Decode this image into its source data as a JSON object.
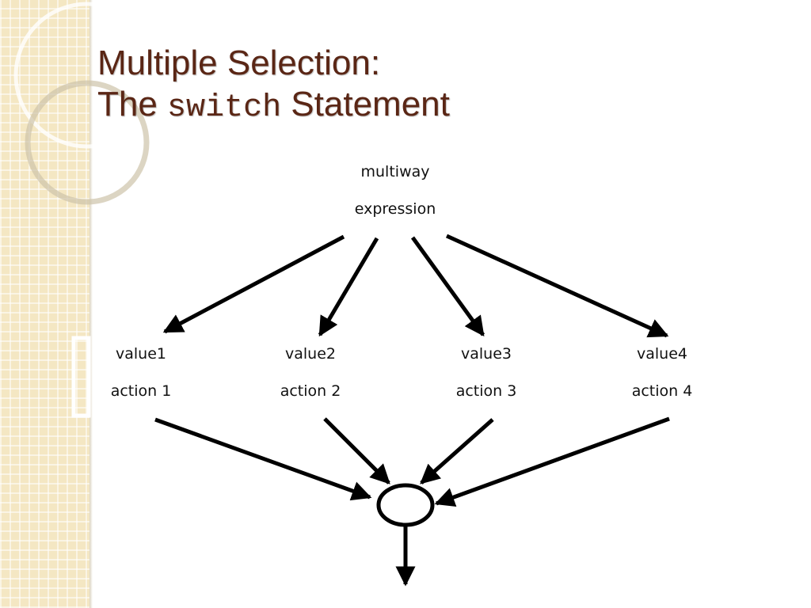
{
  "title": {
    "line1": "Multiple Selection:",
    "line2_pre": "The ",
    "line2_code": "switch",
    "line2_post": " Statement"
  },
  "diagram": {
    "source": {
      "line1": "multiway",
      "line2": "expression"
    },
    "cases": [
      {
        "value": "value1",
        "action": "action 1"
      },
      {
        "value": "value2",
        "action": "action 2"
      },
      {
        "value": "value3",
        "action": "action 3"
      },
      {
        "value": "value4",
        "action": "action 4"
      }
    ]
  }
}
